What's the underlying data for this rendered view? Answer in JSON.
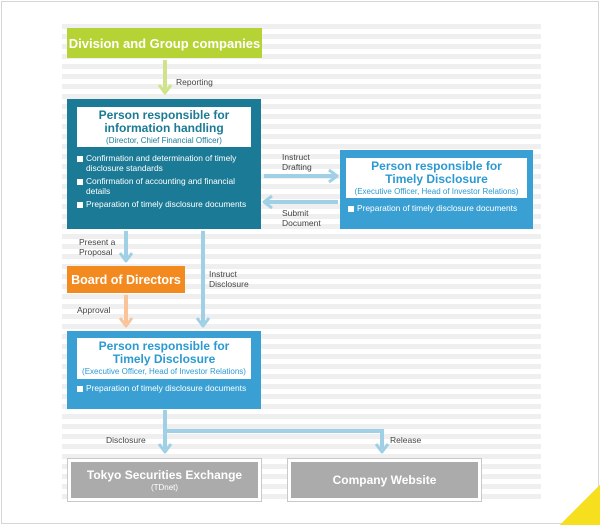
{
  "top_box": {
    "label": "Division and Group companies"
  },
  "info_handler": {
    "title": "Person responsible for information handling",
    "title_line1": "Person responsible for",
    "title_line2": "information handling",
    "subtitle": "(Director, Chief Financial Officer)",
    "items": [
      "Confirmation and determination of timely disclosure standards",
      "Confirmation of accounting and financial details",
      "Preparation of timely disclosure documents"
    ]
  },
  "timely_disclosure_right": {
    "title_line1": "Person responsible for",
    "title_line2": "Timely Disclosure",
    "subtitle": "(Executive Officer, Head of Investor Relations)",
    "items": [
      "Preparation of timely disclosure documents"
    ]
  },
  "board": {
    "label": "Board of Directors"
  },
  "timely_disclosure_bottom": {
    "title_line1": "Person responsible for",
    "title_line2": "Timely Disclosure",
    "subtitle": "(Executive Officer, Head of Investor Relations)",
    "items": [
      "Preparation of timely disclosure documents"
    ]
  },
  "exchange": {
    "label": "Tokyo Securities Exchange",
    "sub": "(TDnet)"
  },
  "website": {
    "label": "Company Website"
  },
  "labels": {
    "reporting": "Reporting",
    "instruct_drafting_1": "Instruct",
    "instruct_drafting_2": "Drafting",
    "submit_document_1": "Submit",
    "submit_document_2": "Document",
    "present_proposal_1": "Present a",
    "present_proposal_2": "Proposal",
    "instruct_disclosure_1": "Instruct",
    "instruct_disclosure_2": "Disclosure",
    "approval": "Approval",
    "disclosure": "Disclosure",
    "release": "Release"
  },
  "colors": {
    "green": "#b5d334",
    "teal": "#1b7a95",
    "blue": "#3aa0d4",
    "orange": "#f38a1f",
    "gray": "#ababab",
    "arrow_light_green": "#cfe48a",
    "arrow_light_blue": "#9fd0e6",
    "arrow_light_orange": "#f9c49a",
    "corner_yellow": "#f5df1e"
  }
}
